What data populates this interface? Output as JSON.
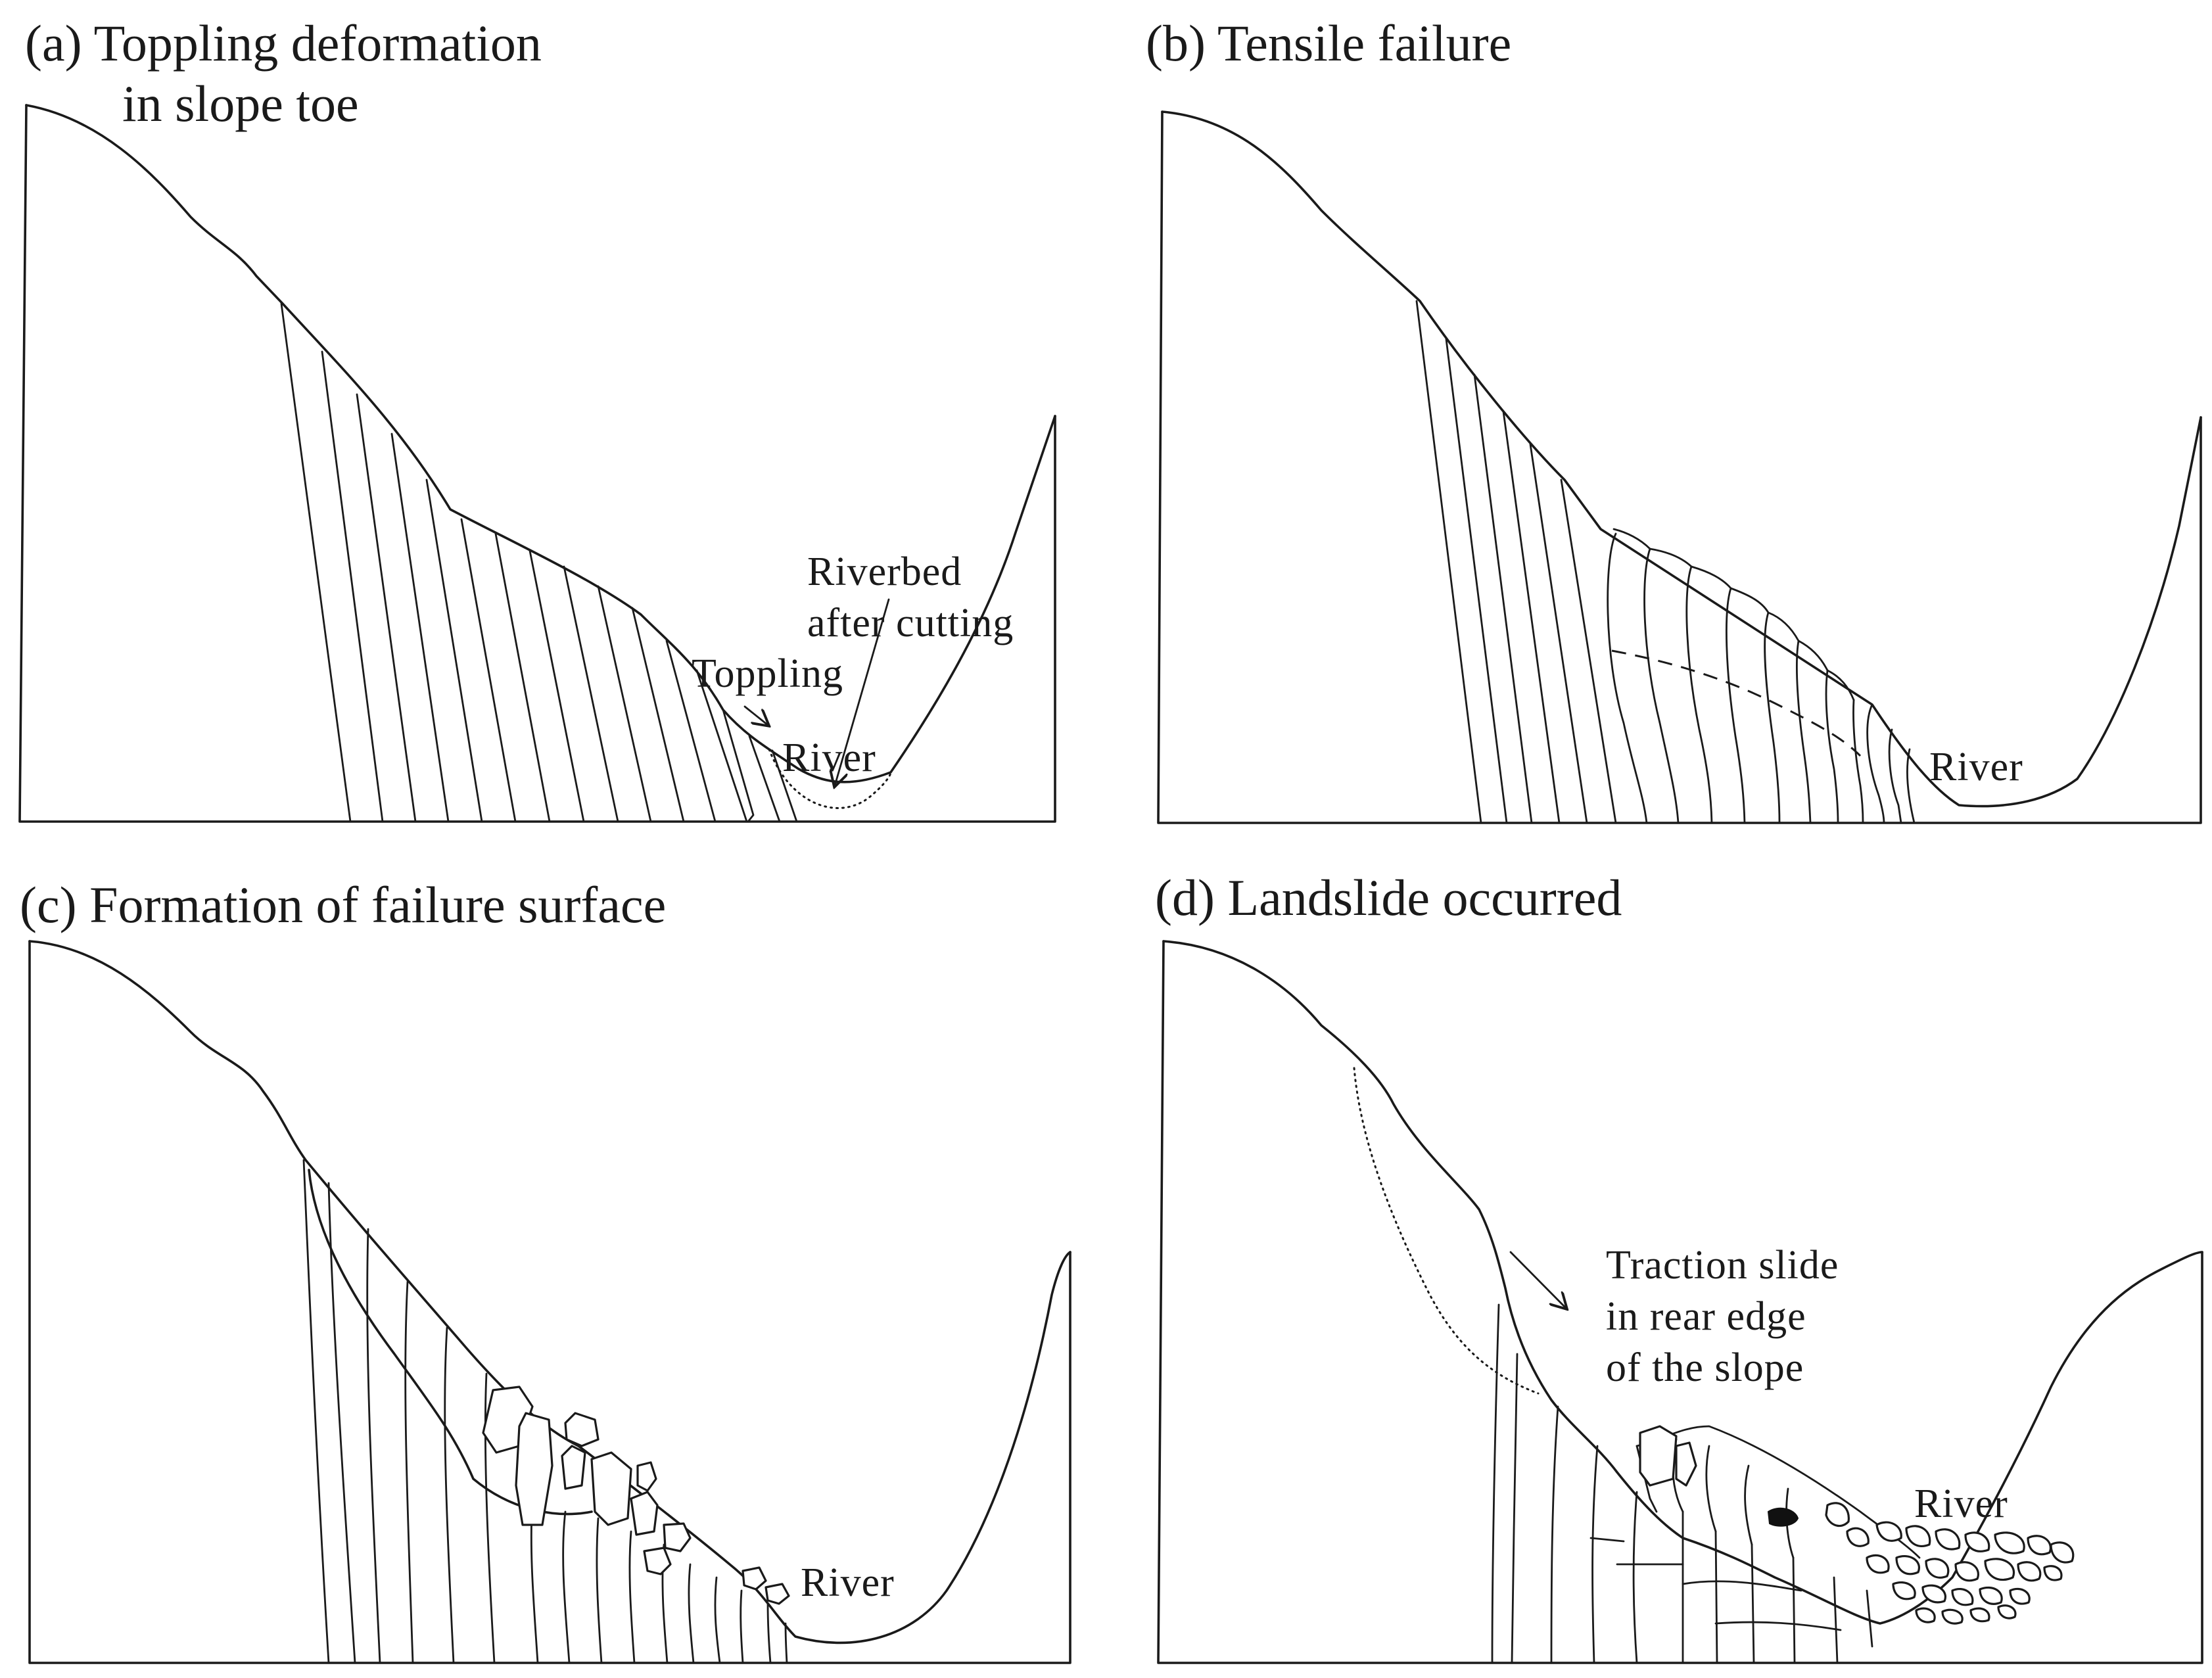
{
  "panels": {
    "a": {
      "title_line1": "(a) Toppling deformation",
      "title_line2": "in slope toe",
      "riverbed_line1": "Riverbed",
      "riverbed_line2": "after cutting",
      "toppling": "Toppling",
      "river": "River"
    },
    "b": {
      "title": "(b) Tensile failure",
      "river": "River"
    },
    "c": {
      "title": "(c) Formation of failure surface",
      "river": "River"
    },
    "d": {
      "title": "(d) Landslide occurred",
      "river": "River",
      "traction_line1": "Traction slide",
      "traction_line2": "in rear edge",
      "traction_line3": "of the slope"
    }
  },
  "colors": {
    "ink": "#1a1a1a",
    "background": "#ffffff"
  }
}
